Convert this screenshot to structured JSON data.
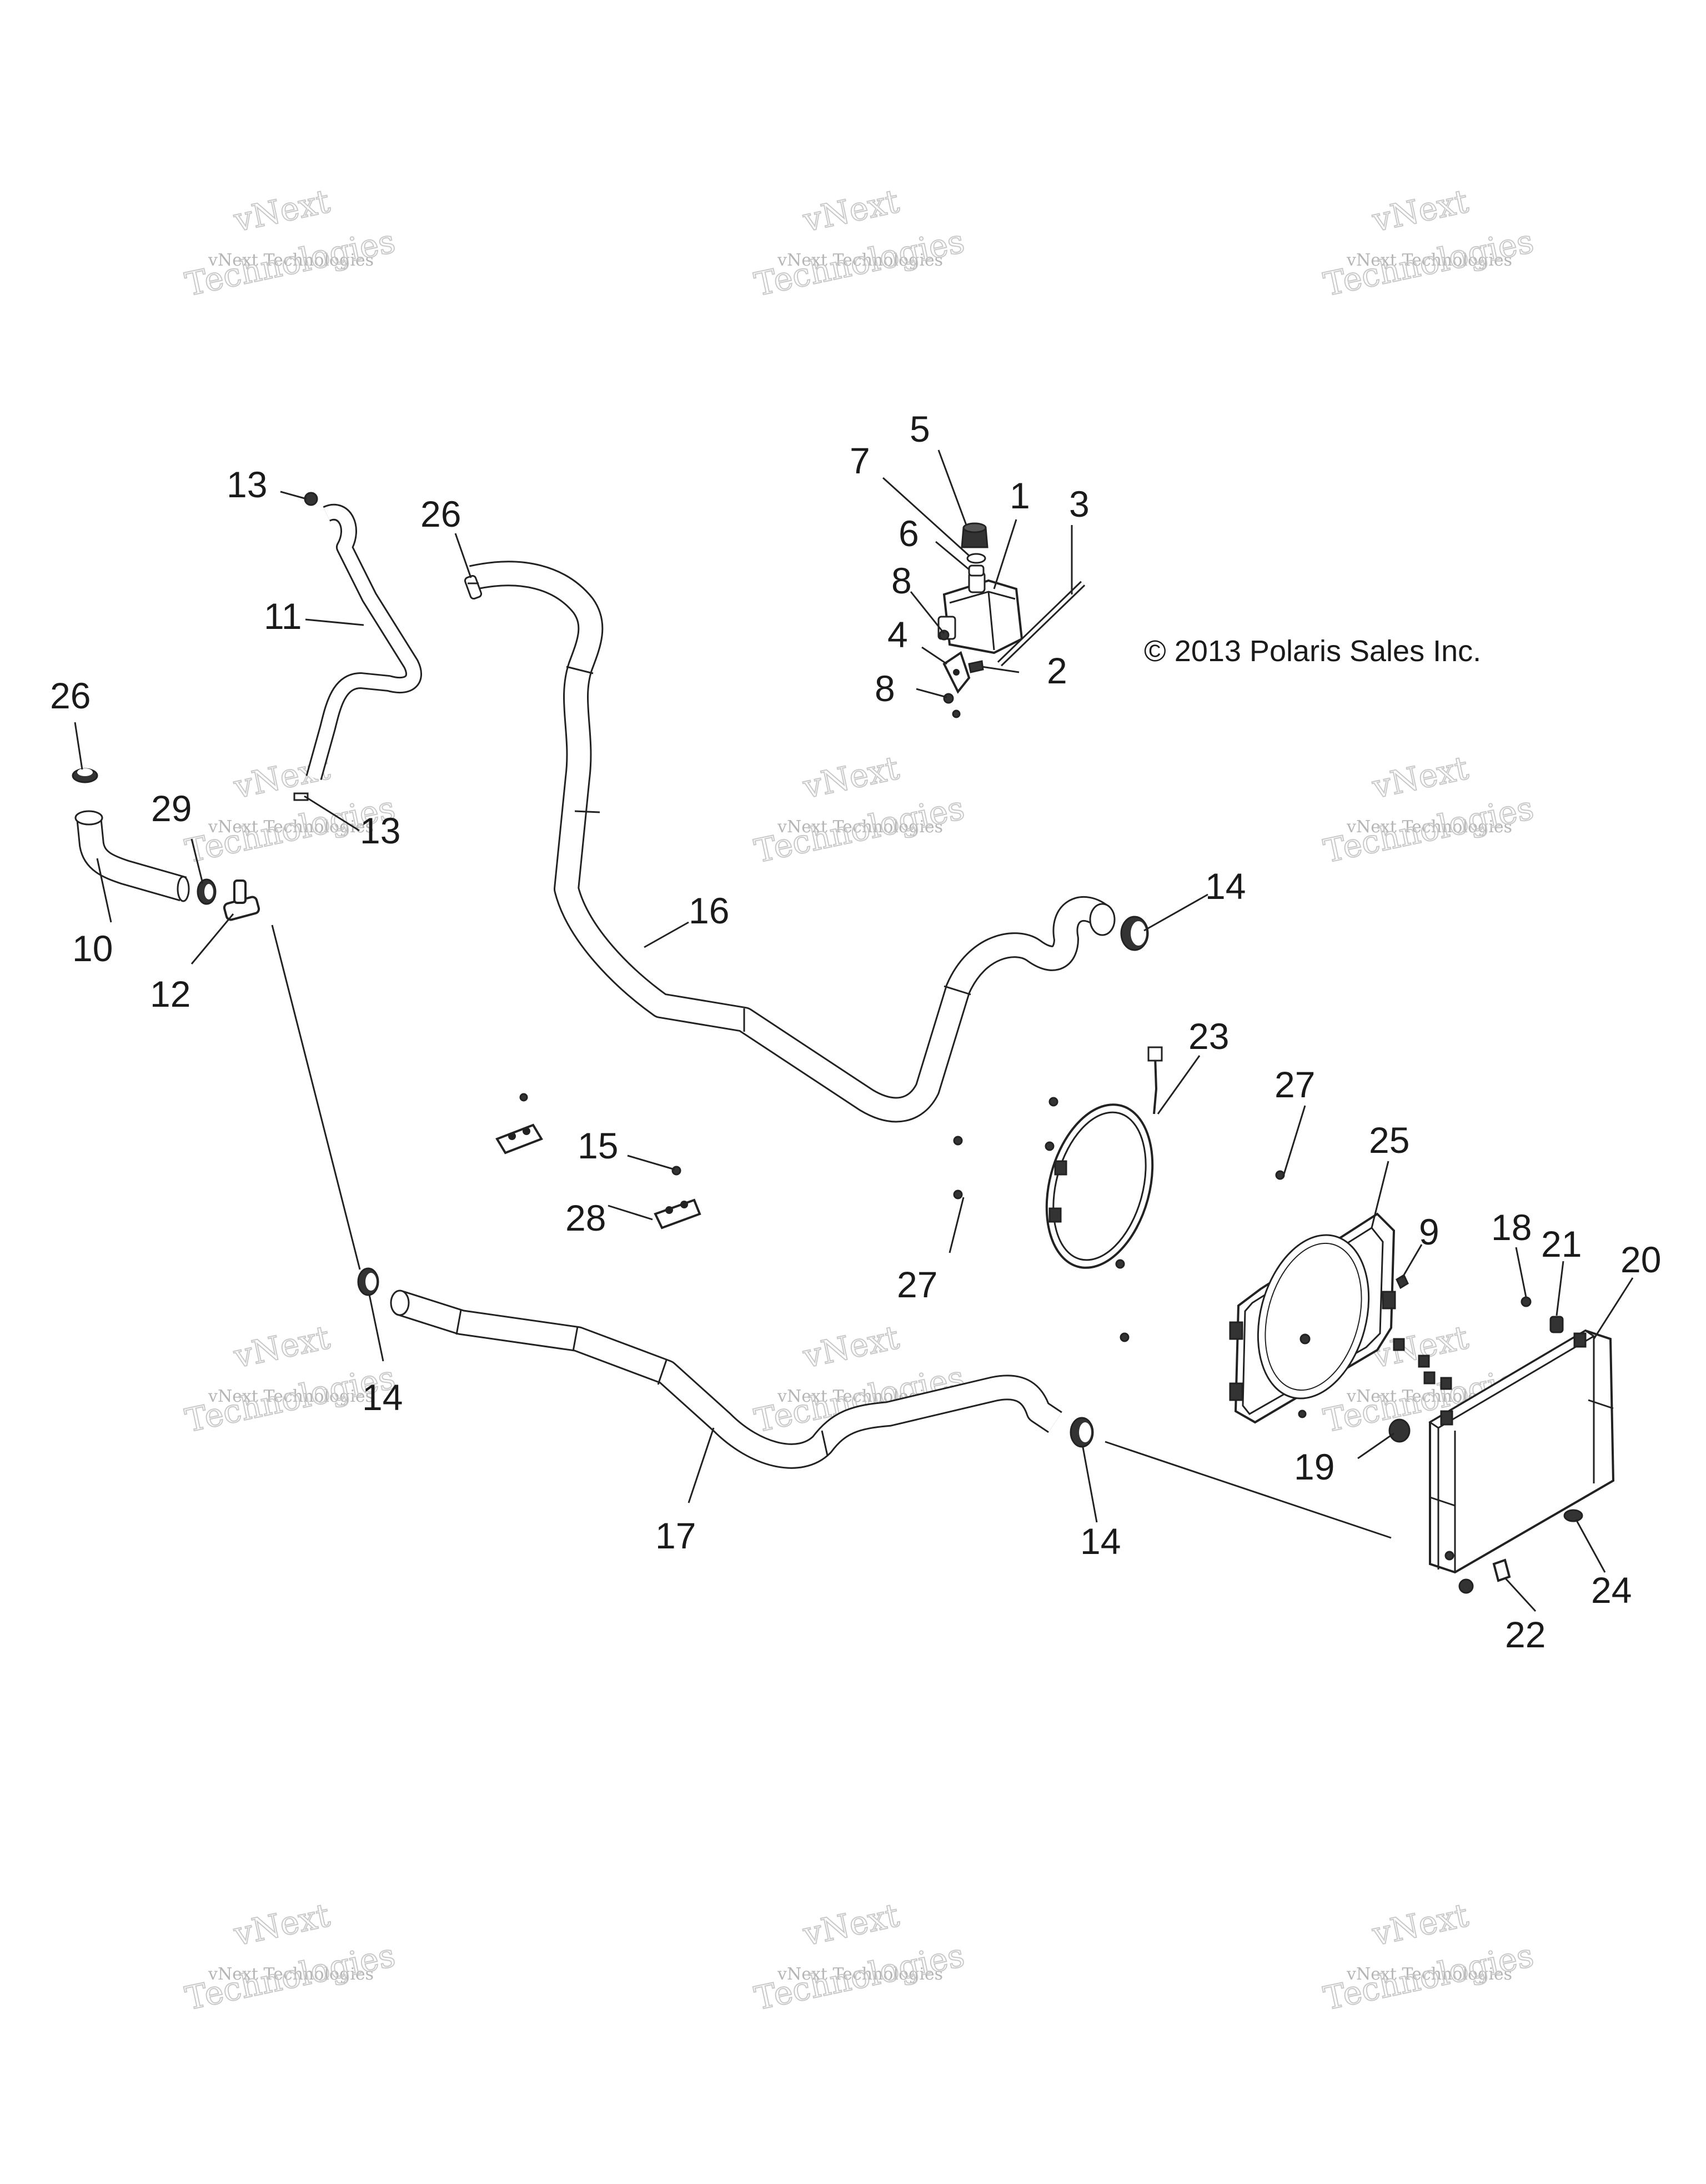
{
  "copyright": "© 2013 Polaris Sales Inc.",
  "watermark": {
    "line1": "vNext",
    "line2": "vNext Technologies",
    "line3": "Technologies"
  },
  "callouts": {
    "c1": "1",
    "c2": "2",
    "c3": "3",
    "c4": "4",
    "c5": "5",
    "c6": "6",
    "c7": "7",
    "c8a": "8",
    "c8b": "8",
    "c9": "9",
    "c10": "10",
    "c11": "11",
    "c12": "12",
    "c13a": "13",
    "c13b": "13",
    "c14a": "14",
    "c14b": "14",
    "c14c": "14",
    "c15": "15",
    "c16": "16",
    "c17": "17",
    "c18": "18",
    "c19": "19",
    "c20": "20",
    "c21": "21",
    "c22": "22",
    "c23": "23",
    "c24": "24",
    "c25": "25",
    "c26a": "26",
    "c26b": "26",
    "c27a": "27",
    "c27b": "27",
    "c28": "28",
    "c29": "29"
  },
  "colors": {
    "line": "#222222",
    "watermark": "#c9c9c9",
    "background": "#ffffff"
  }
}
